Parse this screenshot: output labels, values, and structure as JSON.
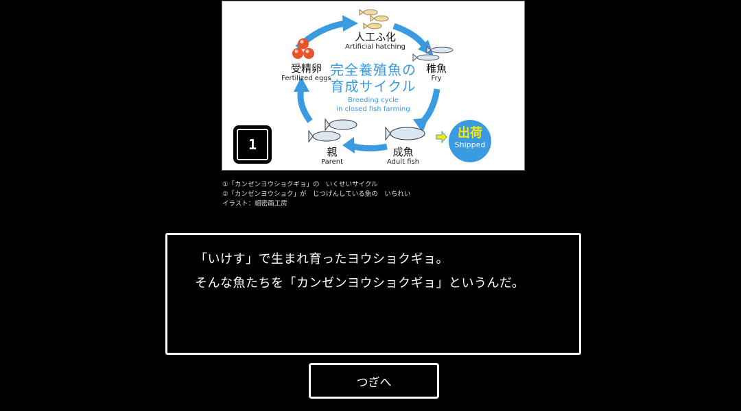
{
  "illustration": {
    "center_title_line1": "完全養殖魚の",
    "center_title_line2": "育成サイクル",
    "center_sub_line1": "Breeding cycle",
    "center_sub_line2": "in closed fish farming",
    "stages": [
      {
        "jp": "人工ふ化",
        "en": "Artificial hatching"
      },
      {
        "jp": "稚魚",
        "en": "Fry"
      },
      {
        "jp": "成魚",
        "en": "Adult fish"
      },
      {
        "jp": "親",
        "en": "Parent"
      },
      {
        "jp": "受精卵",
        "en": "Fertilized eggs"
      }
    ],
    "shipped": {
      "jp": "出荷",
      "en": "Shipped"
    },
    "page_number": "1",
    "colors": {
      "arrow": "#3a9be0",
      "shipped_text": "#ffe800",
      "egg": "#e8542a"
    }
  },
  "captions": [
    "①「カンゼンヨウショクギョ」の　いくせいサイクル",
    "②「カンゼンヨウショク」が　じつげんしている魚の　いちれい",
    "イラスト：細密画工房"
  ],
  "dialog": {
    "lines": [
      "「いけす」で生まれ育ったヨウショクギョ。",
      "そんな魚たちを「カンゼンヨウショクギョ」というんだ。"
    ]
  },
  "next_button": {
    "label": "つぎへ"
  }
}
